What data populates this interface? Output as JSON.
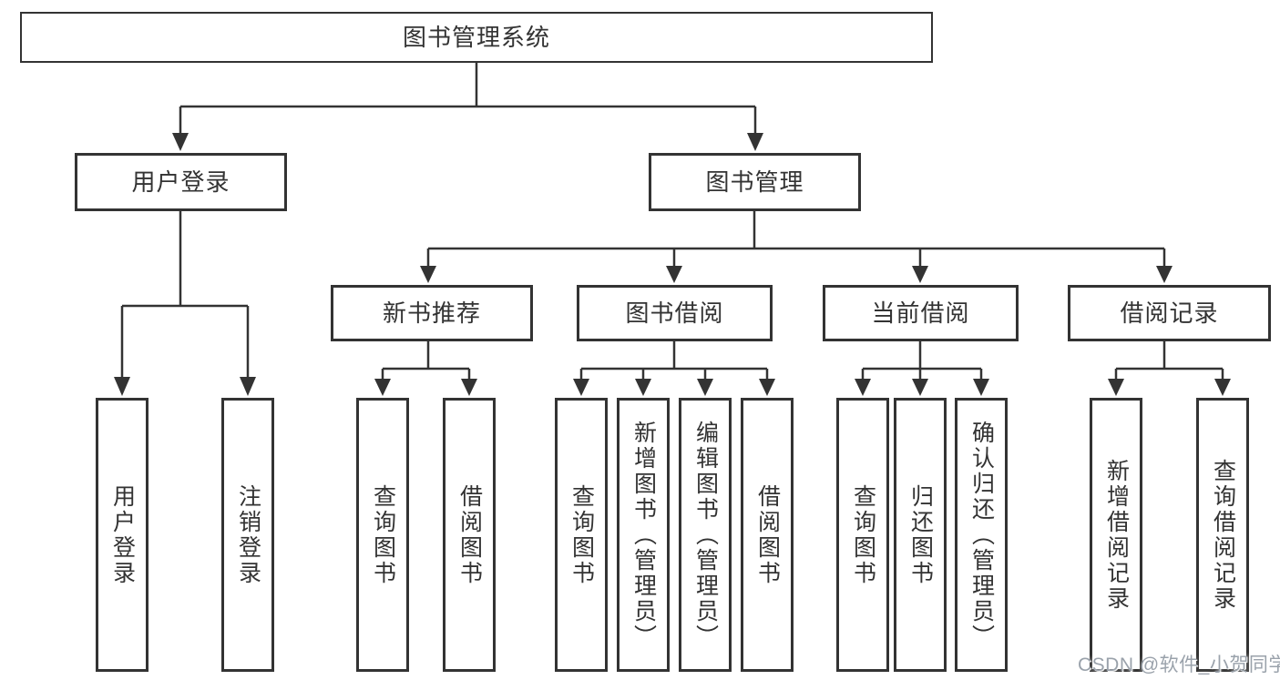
{
  "diagram": {
    "root": {
      "label": "图书管理系统"
    },
    "branches": [
      {
        "label": "用户登录",
        "children": [
          {
            "label": "用户登录"
          },
          {
            "label": "注销登录"
          }
        ]
      },
      {
        "label": "图书管理",
        "groups": [
          {
            "label": "新书推荐",
            "children": [
              {
                "label": "查询图书"
              },
              {
                "label": "借阅图书"
              }
            ]
          },
          {
            "label": "图书借阅",
            "children": [
              {
                "label": "查询图书"
              },
              {
                "label": "新增图书（管理员）"
              },
              {
                "label": "编辑图书（管理员）"
              },
              {
                "label": "借阅图书"
              }
            ]
          },
          {
            "label": "当前借阅",
            "children": [
              {
                "label": "查询图书"
              },
              {
                "label": "归还图书"
              },
              {
                "label": "确认归还（管理员）"
              }
            ]
          },
          {
            "label": "借阅记录",
            "children": [
              {
                "label": "新增借阅记录"
              },
              {
                "label": "查询借阅记录"
              }
            ]
          }
        ]
      }
    ],
    "watermark": {
      "text": "CSDN @软件_小贺同学"
    },
    "colors": {
      "line": "#333333",
      "box_border": "#333333",
      "box_background": "#ffffff",
      "text": "#333333",
      "watermark": "#9aa2ab",
      "background": "#ffffff"
    }
  }
}
